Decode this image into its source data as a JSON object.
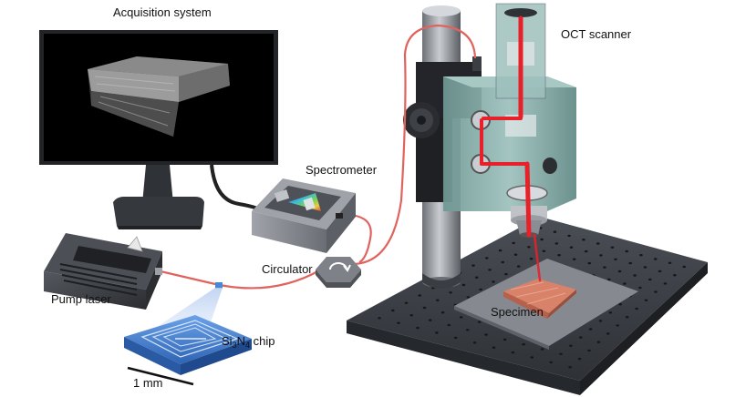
{
  "labels": {
    "acquisition": "Acquisition system",
    "oct": "OCT scanner",
    "spectrometer": "Spectrometer",
    "circulator": "Circulator",
    "pump": "Pump laser",
    "chip_prefix": "Si",
    "chip_sub1": "3",
    "chip_mid": "N",
    "chip_sub2": "4",
    "chip_suffix": " chip",
    "specimen": "Specimen",
    "scale": "1 mm"
  },
  "colors": {
    "fiber": "#e0635e",
    "laser_beam": "#e8202a",
    "table": "#3d4148",
    "housing_glass": "#7fa6a2",
    "chip_blue": "#4a86d6",
    "specimen": "#d9826a"
  }
}
